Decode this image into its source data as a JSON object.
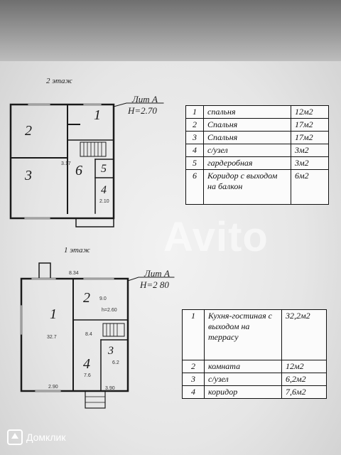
{
  "floor2": {
    "title": "2 этаж",
    "lit": "Лит А",
    "height": "H=2.70",
    "room_numbers": [
      "1",
      "2",
      "3",
      "6",
      "5",
      "4"
    ],
    "dims": [
      "3.17",
      "2.10"
    ],
    "table": [
      {
        "n": "1",
        "name": "спальня",
        "area": "12м2"
      },
      {
        "n": "2",
        "name": "Спальня",
        "area": "17м2"
      },
      {
        "n": "3",
        "name": "Спальня",
        "area": "17м2"
      },
      {
        "n": "4",
        "name": "с/узел",
        "area": "3м2"
      },
      {
        "n": "5",
        "name": "гардеробная",
        "area": "3м2"
      },
      {
        "n": "6",
        "name": "Коридор с выходом на балкон",
        "area": "6м2"
      }
    ]
  },
  "floor1": {
    "title": "1 этаж",
    "lit": "Лит А",
    "height": "H=2 80",
    "room_numbers": [
      "1",
      "2",
      "3",
      "4"
    ],
    "dims": [
      "8.34",
      "h=2.60",
      "32.7",
      "9.0",
      "8.4",
      "2.90",
      "3.90",
      "6.2",
      "7.6"
    ],
    "table": [
      {
        "n": "1",
        "name": "Кухня-гостиная с выходом на террасу",
        "area": "32,2м2"
      },
      {
        "n": "2",
        "name": "комната",
        "area": "12м2"
      },
      {
        "n": "3",
        "name": "с/узел",
        "area": "6,2м2"
      },
      {
        "n": "4",
        "name": "коридор",
        "area": "7,6м2"
      }
    ]
  },
  "watermark": "Avito",
  "brand": "Домклик"
}
